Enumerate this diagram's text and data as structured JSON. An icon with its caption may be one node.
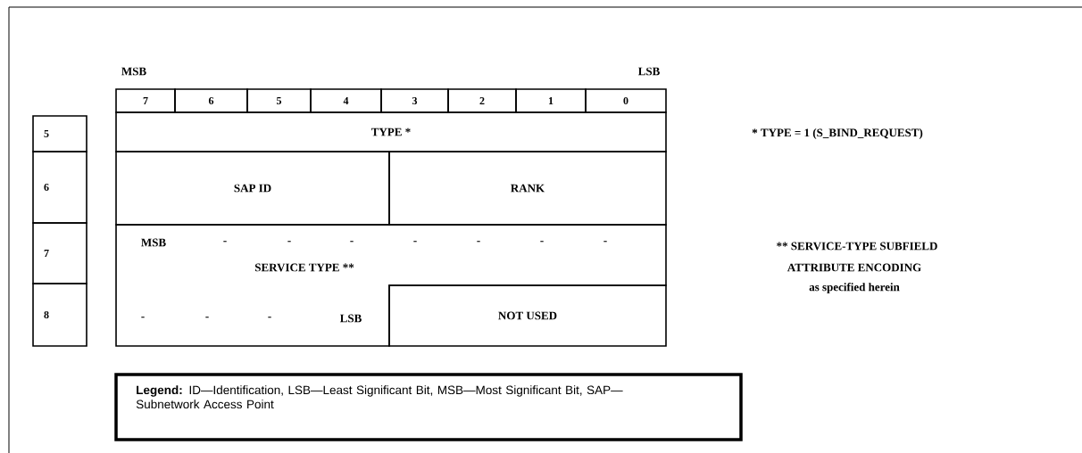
{
  "diagram": {
    "nodes": [
      {
        "text": [
          "7"
        ]
      },
      {
        "text": [
          "6"
        ]
      },
      {
        "text": [
          "5"
        ]
      },
      {
        "text": [
          "4"
        ]
      },
      {
        "text": [
          "3"
        ]
      },
      {
        "text": [
          "2"
        ]
      },
      {
        "text": [
          "1"
        ]
      },
      {
        "text": [
          "0"
        ]
      },
      {
        "text": [
          "5"
        ]
      },
      {
        "text": [
          "TYPE *"
        ]
      },
      {
        "text": [
          "6"
        ]
      },
      {
        "text": [
          "SAP ID"
        ]
      },
      {
        "text": [
          "RANK"
        ]
      },
      {
        "text": [
          "7"
        ]
      },
      {
        "text": [
          "MSB",
          "-",
          "-",
          "-",
          "-",
          "-",
          "-",
          "-",
          "SERVICE TYPE **",
          "-",
          "-",
          "-",
          "LSB"
        ]
      },
      {
        "text": [
          "8"
        ]
      },
      {
        "text": [
          "NOT USED"
        ]
      },
      {
        "text": [
          "**Legend:**  ID—Identification,   LSB—Least Significant Bit, MSB—Most Significant Bit, SAP—Subnetwork Access Point"
        ]
      }
    ],
    "labels": [
      "MSB",
      "LSB",
      "* TYPE = 1 (S_BIND_REQUEST)",
      "** SERVICE-TYPE SUBFIELD",
      "ATTRIBUTE ENCODING",
      "as specified herein"
    ]
  }
}
